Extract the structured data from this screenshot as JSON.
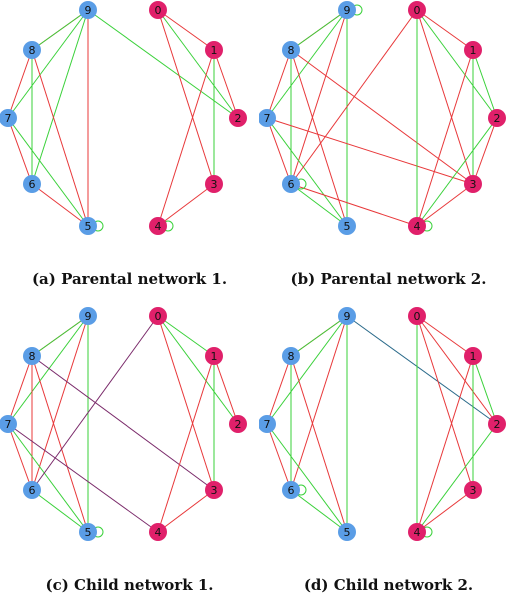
{
  "colors": {
    "blue_node": "#5a9de6",
    "pink_node": "#e0206a",
    "red_edge": "#e8383a",
    "green_edge": "#3ad13a",
    "purple_edge": "#7a2a6a",
    "teal_edge": "#2a6a8a"
  },
  "nodes": [
    "0",
    "1",
    "2",
    "3",
    "4",
    "5",
    "6",
    "7",
    "8",
    "9"
  ],
  "panels": [
    {
      "caption": "(a) Parental network 1.",
      "self_loops": [
        "5",
        "4"
      ],
      "edges": [
        [
          "9",
          "8",
          "red"
        ],
        [
          "9",
          "8",
          "green"
        ],
        [
          "9",
          "7",
          "green"
        ],
        [
          "9",
          "6",
          "green"
        ],
        [
          "9",
          "5",
          "green"
        ],
        [
          "9",
          "5",
          "red"
        ],
        [
          "9",
          "2",
          "green"
        ],
        [
          "8",
          "7",
          "red"
        ],
        [
          "8",
          "6",
          "green"
        ],
        [
          "8",
          "5",
          "red"
        ],
        [
          "7",
          "6",
          "red"
        ],
        [
          "7",
          "5",
          "green"
        ],
        [
          "6",
          "5",
          "red"
        ],
        [
          "0",
          "1",
          "red"
        ],
        [
          "0",
          "2",
          "green"
        ],
        [
          "0",
          "3",
          "red"
        ],
        [
          "1",
          "2",
          "red"
        ],
        [
          "1",
          "3",
          "green"
        ],
        [
          "1",
          "4",
          "red"
        ],
        [
          "3",
          "4",
          "red"
        ]
      ]
    },
    {
      "caption": "(b) Parental network 2.",
      "self_loops": [
        "9",
        "6",
        "4"
      ],
      "edges": [
        [
          "9",
          "8",
          "red"
        ],
        [
          "9",
          "7",
          "green"
        ],
        [
          "9",
          "6",
          "red"
        ],
        [
          "9",
          "5",
          "green"
        ],
        [
          "9",
          "8",
          "green"
        ],
        [
          "8",
          "7",
          "red"
        ],
        [
          "8",
          "6",
          "green"
        ],
        [
          "8",
          "5",
          "red"
        ],
        [
          "8",
          "3",
          "red"
        ],
        [
          "7",
          "5",
          "green"
        ],
        [
          "7",
          "3",
          "red"
        ],
        [
          "7",
          "6",
          "red"
        ],
        [
          "6",
          "5",
          "green"
        ],
        [
          "6",
          "0",
          "red"
        ],
        [
          "0",
          "1",
          "red"
        ],
        [
          "0",
          "2",
          "green"
        ],
        [
          "0",
          "4",
          "green"
        ],
        [
          "0",
          "3",
          "red"
        ],
        [
          "1",
          "2",
          "green"
        ],
        [
          "1",
          "4",
          "red"
        ],
        [
          "2",
          "4",
          "green"
        ],
        [
          "2",
          "3",
          "red"
        ],
        [
          "3",
          "4",
          "red"
        ],
        [
          "1",
          "3",
          "green"
        ],
        [
          "4",
          "6",
          "red"
        ]
      ]
    },
    {
      "caption": "(c) Child network 1.",
      "self_loops": [
        "5"
      ],
      "edges": [
        [
          "9",
          "8",
          "red"
        ],
        [
          "9",
          "7",
          "green"
        ],
        [
          "9",
          "6",
          "red"
        ],
        [
          "9",
          "5",
          "green"
        ],
        [
          "9",
          "8",
          "green"
        ],
        [
          "8",
          "7",
          "red"
        ],
        [
          "8",
          "6",
          "red"
        ],
        [
          "8",
          "5",
          "red"
        ],
        [
          "8",
          "3",
          "purple"
        ],
        [
          "7",
          "5",
          "green"
        ],
        [
          "7",
          "6",
          "red"
        ],
        [
          "7",
          "4",
          "purple"
        ],
        [
          "6",
          "5",
          "green"
        ],
        [
          "6",
          "0",
          "purple"
        ],
        [
          "0",
          "1",
          "green"
        ],
        [
          "0",
          "2",
          "green"
        ],
        [
          "0",
          "3",
          "red"
        ],
        [
          "1",
          "2",
          "red"
        ],
        [
          "1",
          "3",
          "green"
        ],
        [
          "1",
          "4",
          "red"
        ],
        [
          "3",
          "4",
          "red"
        ]
      ]
    },
    {
      "caption": "(d) Child network 2.",
      "self_loops": [
        "6",
        "4"
      ],
      "edges": [
        [
          "9",
          "8",
          "red"
        ],
        [
          "9",
          "7",
          "green"
        ],
        [
          "9",
          "6",
          "red"
        ],
        [
          "9",
          "5",
          "green"
        ],
        [
          "9",
          "8",
          "green"
        ],
        [
          "9",
          "2",
          "teal"
        ],
        [
          "8",
          "7",
          "red"
        ],
        [
          "8",
          "6",
          "green"
        ],
        [
          "8",
          "5",
          "red"
        ],
        [
          "7",
          "6",
          "red"
        ],
        [
          "7",
          "5",
          "green"
        ],
        [
          "6",
          "5",
          "green"
        ],
        [
          "0",
          "1",
          "red"
        ],
        [
          "0",
          "2",
          "red"
        ],
        [
          "0",
          "4",
          "green"
        ],
        [
          "0",
          "3",
          "red"
        ],
        [
          "1",
          "2",
          "green"
        ],
        [
          "1",
          "4",
          "red"
        ],
        [
          "2",
          "4",
          "green"
        ],
        [
          "3",
          "4",
          "red"
        ],
        [
          "1",
          "3",
          "green"
        ]
      ]
    }
  ]
}
